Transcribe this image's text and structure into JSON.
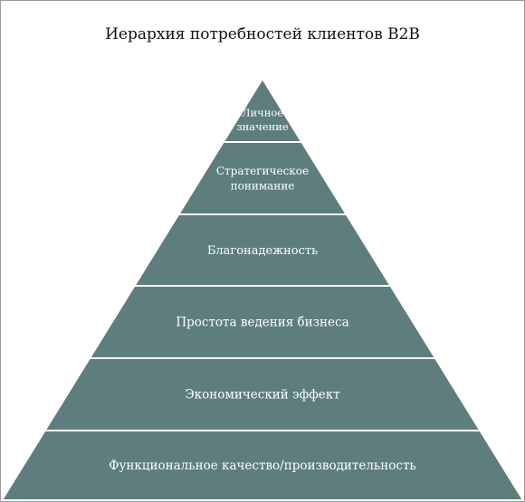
{
  "title": "Иерархия потребностей клиентов B2B",
  "colors": {
    "tier_fill": "#5e7d7e",
    "separator": "#ffffff",
    "text": "#ffffff",
    "frame": "#9a9a9a"
  },
  "tiers": [
    {
      "lines": [
        "Личное",
        "значение"
      ]
    },
    {
      "lines": [
        "Стратегическое",
        "понимание"
      ]
    },
    {
      "lines": [
        "Благонадежность"
      ]
    },
    {
      "lines": [
        "Простота ведения бизнеса"
      ]
    },
    {
      "lines": [
        "Экономический эффект"
      ]
    },
    {
      "lines": [
        "Функциональное качество/производительность"
      ]
    }
  ]
}
